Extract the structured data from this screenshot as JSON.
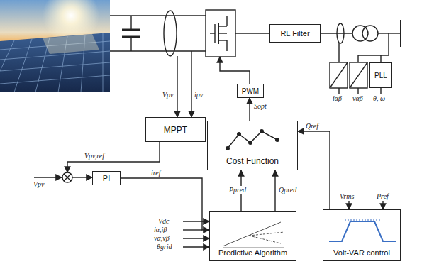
{
  "diagram": {
    "nodes": [
      {
        "text": [
          "RL Filter"
        ]
      },
      {
        "text": [
          "PWM"
        ]
      },
      {
        "text": [
          "MPPT"
        ]
      },
      {
        "text": [
          "Cost Function"
        ]
      },
      {
        "text": [
          "PI"
        ]
      },
      {
        "text": [
          "Predictive Algorithm"
        ]
      },
      {
        "text": [
          "Volt-VAR control"
        ]
      },
      {
        "text": [
          "PLL"
        ]
      }
    ],
    "edges": [
      {
        "from": 3,
        "to": 1,
        "arrow": "to"
      },
      {
        "from": 4,
        "to": 5,
        "label": "iref",
        "arrow": "to"
      },
      {
        "from": 5,
        "to": 3,
        "arrow": "to"
      },
      {
        "from": 6,
        "to": 3,
        "label": "Qref",
        "arrow": "to"
      }
    ],
    "labels": [
      "Vpv",
      "ipv",
      "Vpv,ref",
      "Vpv",
      "Sopt",
      "Ppred",
      "Qpred",
      "Vdc",
      "iα,iβ",
      "vα,vβ",
      "θgrid",
      "iαβ",
      "vαβ",
      "θ, ω",
      "Vrms",
      "Pref"
    ]
  }
}
